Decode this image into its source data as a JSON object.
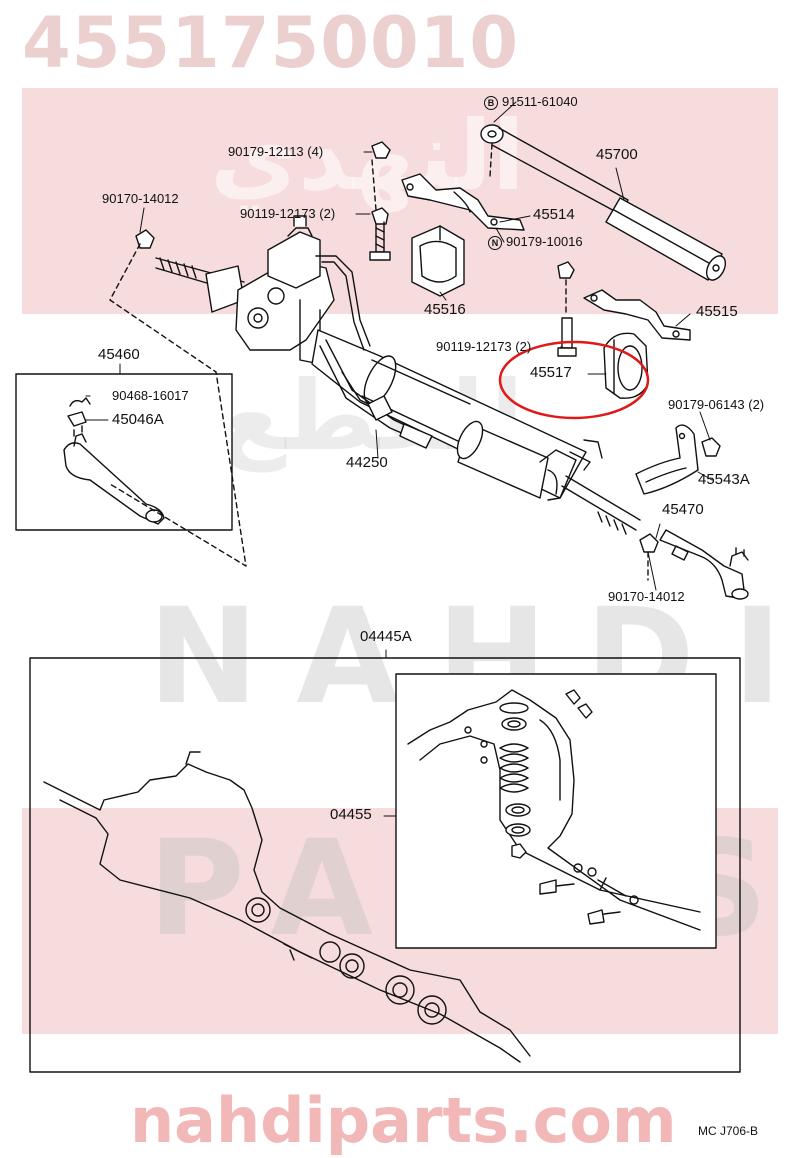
{
  "watermark": {
    "part_number": "4551750010",
    "word_1": "NAHDI",
    "word_2": "PARTS",
    "website": "nahdiparts.com",
    "arabic_brand_1": "النهدي",
    "arabic_brand_2": "للقطع"
  },
  "diagram": {
    "code": "MC J706-B",
    "labels": {
      "bolt_b": "91511-61040",
      "bolt_b_mark": "B",
      "damper": "45700",
      "bolt_4": "90179-12113 (4)",
      "nut_left": "90170-14012",
      "bolt_2_upper": "90119-12173 (2)",
      "bracket_upper": "45514",
      "nut_n": "90179-10016",
      "nut_n_mark": "N",
      "grommet_left": "45516",
      "bracket_right": "45515",
      "bolt_2_lower": "90119-12173 (2)",
      "grommet_right": "45517",
      "tie_rod_left_assy": "45460",
      "cotter_pin": "90468-16017",
      "nut_castle": "45046A",
      "gear_assy": "44250",
      "nut_right_2": "90179-06143 (2)",
      "bracket_lower": "45543A",
      "tie_rod_right": "45470",
      "nut_right": "90170-14012",
      "gasket_kit": "04445A",
      "seal_kit": "04455"
    }
  }
}
